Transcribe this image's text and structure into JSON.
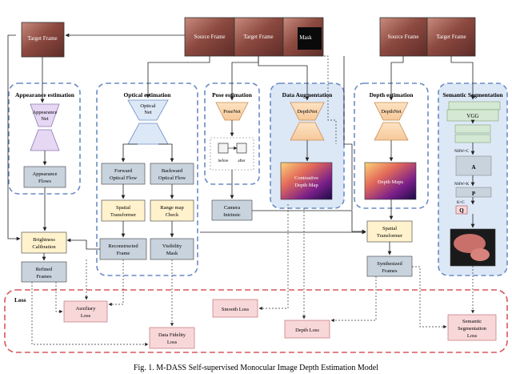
{
  "frames": {
    "target_frame_left": "Target Frame",
    "source_frame_1": "Source Frame",
    "target_frame_1": "Target Frame",
    "mask": "Mask",
    "source_frame_2": "Source Frame",
    "target_frame_2": "Target Frame"
  },
  "modules": {
    "appearance": {
      "title": "Appearance estimation",
      "net": [
        "Appearance",
        "Net"
      ],
      "output": [
        "Appearance",
        "Flows"
      ]
    },
    "optical": {
      "title": "Optical estimation",
      "net": [
        "Optical",
        "Net"
      ],
      "forward": [
        "Forward",
        "Optical Flow"
      ],
      "backward": [
        "Backward",
        "Optical Flow"
      ],
      "spatial": [
        "Spatial",
        "Transformer"
      ],
      "range": [
        "Range map",
        "Check"
      ],
      "recon": [
        "Reconstructed",
        "Frame"
      ],
      "visibility": [
        "Visibility",
        "Mask"
      ]
    },
    "pose": {
      "title": "Pose estimation",
      "net": "PoseNet",
      "before": "before",
      "after": "after"
    },
    "augment": {
      "title": "Data Augmentation",
      "net": "DepthNet",
      "map": [
        "Contrastive",
        "Depth Map"
      ]
    },
    "depth": {
      "title": "Depth estimation",
      "net": "DepthNet",
      "map": "Depth Maps"
    },
    "semantic": {
      "title": "Semantic Segmentation",
      "vgg": "VGG",
      "dim1": "NHW×C",
      "a": "A",
      "dim2": "NHW×K",
      "p": "P",
      "dim3": "K×C",
      "q": "Q"
    }
  },
  "nodes": {
    "brightness": [
      "Brightness",
      "Calibration"
    ],
    "refined": [
      "Refined",
      "Frames"
    ],
    "camera": [
      "Camera",
      "Intrinsic"
    ],
    "spatial2": [
      "Spatial",
      "Transformer"
    ],
    "synth": [
      "Synthesized",
      "Frames"
    ]
  },
  "loss": {
    "title": "Loss",
    "auxiliary": [
      "Auxiliary",
      "Loss"
    ],
    "fidelity": [
      "Data Fidelity",
      "Loss"
    ],
    "smooth": "Smooth Loss",
    "depth": "Depth Loss",
    "semantic": [
      "Semantic",
      "Segmentation",
      "Loss"
    ]
  },
  "caption": "Fig. 1. M-DASS Self-supervised Monocular Image Depth Estimation Model",
  "colors": {
    "panel_stroke": "#6a8cc4",
    "blue_fill": "#dde8f7",
    "yellow_fill": "#fff2cc",
    "gray_fill": "#c8d3de",
    "pink_fill": "#f8d7d9",
    "green_fill": "#d5e8d4",
    "loss_stroke": "#d9575e",
    "tissue": "#9a5a4e"
  }
}
